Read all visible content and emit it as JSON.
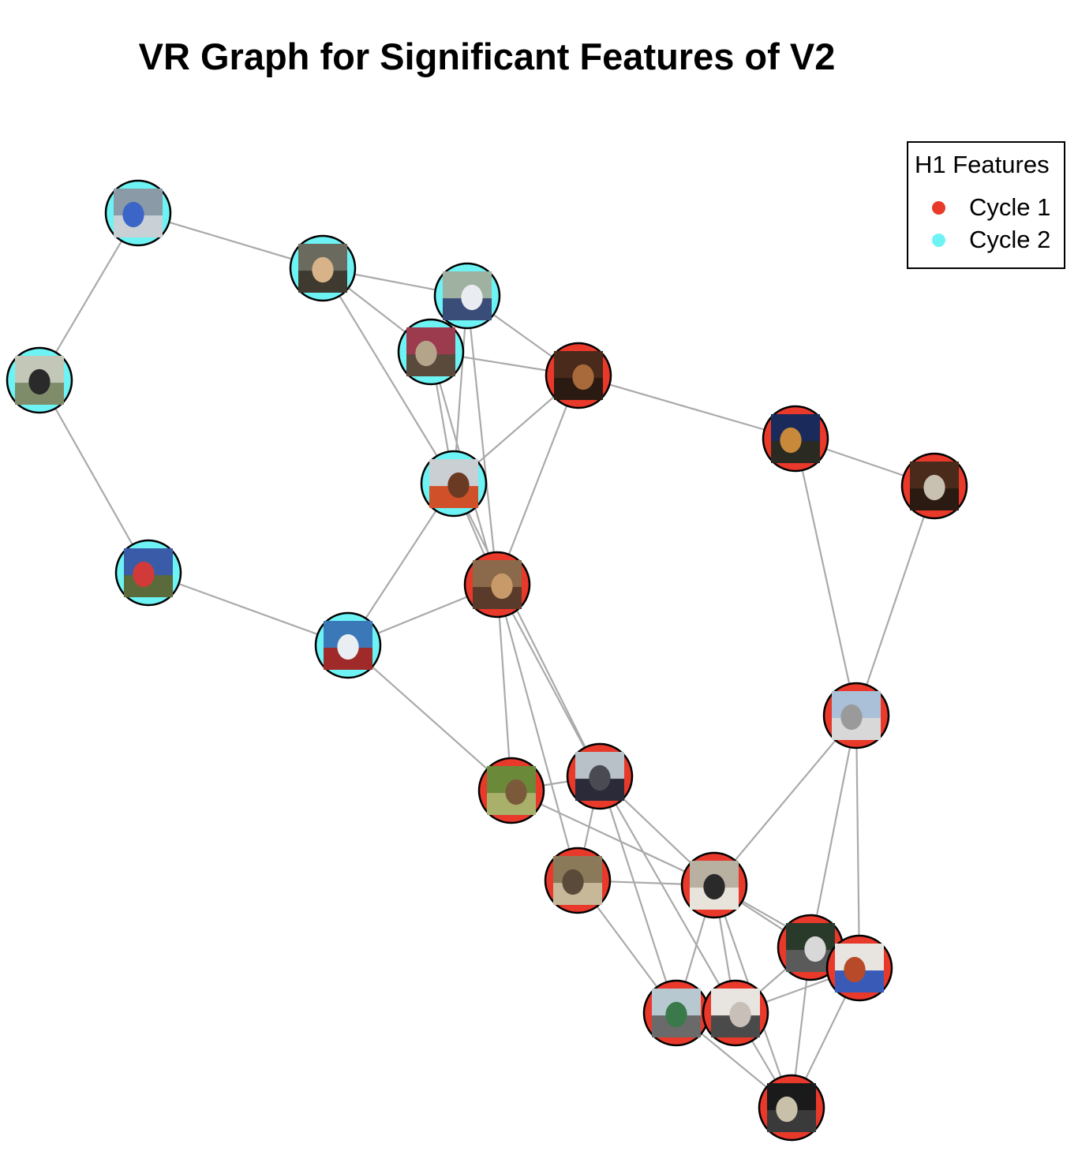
{
  "title": "VR Graph for Significant Features of V2",
  "legend": {
    "title": "H1 Features",
    "items": [
      {
        "label": "Cycle 1",
        "color": "#e8392b"
      },
      {
        "label": "Cycle 2",
        "color": "#6ef3f5"
      }
    ]
  },
  "colors": {
    "edge": "#aaaaaa",
    "node_border": "#000000"
  },
  "nodes": [
    {
      "id": "c2-a",
      "cycle": 2,
      "thumb": "blue-disc-photo"
    },
    {
      "id": "c2-b",
      "cycle": 2,
      "thumb": "people-table-photo"
    },
    {
      "id": "c2-c",
      "cycle": 2,
      "thumb": "airplane-photo"
    },
    {
      "id": "c2-d",
      "cycle": 2,
      "thumb": "teddy-bear-photo"
    },
    {
      "id": "c2-e",
      "cycle": 2,
      "thumb": "person-walking-photo"
    },
    {
      "id": "c2-f",
      "cycle": 2,
      "thumb": "tv-room-photo"
    },
    {
      "id": "c2-g",
      "cycle": 2,
      "thumb": "stuffed-toys-photo"
    },
    {
      "id": "c2-h",
      "cycle": 2,
      "thumb": "surfer-photo"
    },
    {
      "id": "c1-a",
      "cycle": 1,
      "thumb": "donut-photo"
    },
    {
      "id": "c1-b",
      "cycle": 1,
      "thumb": "night-street-photo"
    },
    {
      "id": "c1-c",
      "cycle": 1,
      "thumb": "cat-window-photo"
    },
    {
      "id": "c1-d",
      "cycle": 1,
      "thumb": "dog-photo"
    },
    {
      "id": "c1-e",
      "cycle": 1,
      "thumb": "skateboarder-photo"
    },
    {
      "id": "c1-f",
      "cycle": 1,
      "thumb": "street-photo"
    },
    {
      "id": "c1-g",
      "cycle": 1,
      "thumb": "animal-closeup-photo"
    },
    {
      "id": "c1-h",
      "cycle": 1,
      "thumb": "market-photo"
    },
    {
      "id": "c1-i",
      "cycle": 1,
      "thumb": "bathroom-photo"
    },
    {
      "id": "c1-j",
      "cycle": 1,
      "thumb": "man-laptop-photo"
    },
    {
      "id": "c1-k",
      "cycle": 1,
      "thumb": "food-plate-photo"
    },
    {
      "id": "c1-l",
      "cycle": 1,
      "thumb": "highway-sign-photo"
    },
    {
      "id": "c1-m",
      "cycle": 1,
      "thumb": "kitchen-photo"
    },
    {
      "id": "c1-n",
      "cycle": 1,
      "thumb": "dark-room-photo"
    }
  ],
  "edges": [
    [
      "c2-a",
      "c2-b"
    ],
    [
      "c2-a",
      "c2-e"
    ],
    [
      "c2-e",
      "c2-g"
    ],
    [
      "c2-g",
      "c2-h"
    ],
    [
      "c2-b",
      "c2-c"
    ],
    [
      "c2-b",
      "c2-d"
    ],
    [
      "c2-b",
      "c2-f"
    ],
    [
      "c2-c",
      "c2-d"
    ],
    [
      "c2-c",
      "c1-a"
    ],
    [
      "c2-c",
      "c2-f"
    ],
    [
      "c2-c",
      "c1-d"
    ],
    [
      "c2-d",
      "c1-a"
    ],
    [
      "c2-d",
      "c2-f"
    ],
    [
      "c2-d",
      "c1-d"
    ],
    [
      "c1-a",
      "c2-f"
    ],
    [
      "c1-a",
      "c1-d"
    ],
    [
      "c1-a",
      "c1-b"
    ],
    [
      "c1-b",
      "c1-c"
    ],
    [
      "c1-b",
      "c1-e"
    ],
    [
      "c1-c",
      "c1-e"
    ],
    [
      "c2-f",
      "c2-h"
    ],
    [
      "c2-f",
      "c1-d"
    ],
    [
      "c2-f",
      "c1-f"
    ],
    [
      "c2-h",
      "c1-d"
    ],
    [
      "c2-h",
      "c1-g"
    ],
    [
      "c1-d",
      "c1-g"
    ],
    [
      "c1-d",
      "c1-h"
    ],
    [
      "c1-d",
      "c1-f"
    ],
    [
      "c1-f",
      "c1-g"
    ],
    [
      "c1-f",
      "c1-h"
    ],
    [
      "c1-f",
      "c1-i"
    ],
    [
      "c1-f",
      "c1-m"
    ],
    [
      "c1-f",
      "c1-l"
    ],
    [
      "c1-g",
      "c1-i"
    ],
    [
      "c1-h",
      "c1-i"
    ],
    [
      "c1-h",
      "c1-l"
    ],
    [
      "c1-e",
      "c1-i"
    ],
    [
      "c1-e",
      "c1-j"
    ],
    [
      "c1-e",
      "c1-k"
    ],
    [
      "c1-i",
      "c1-l"
    ],
    [
      "c1-i",
      "c1-m"
    ],
    [
      "c1-i",
      "c1-j"
    ],
    [
      "c1-i",
      "c1-k"
    ],
    [
      "c1-i",
      "c1-n"
    ],
    [
      "c1-j",
      "c1-m"
    ],
    [
      "c1-j",
      "c1-n"
    ],
    [
      "c1-k",
      "c1-m"
    ],
    [
      "c1-k",
      "c1-n"
    ],
    [
      "c1-l",
      "c1-n"
    ],
    [
      "c1-m",
      "c1-n"
    ]
  ]
}
